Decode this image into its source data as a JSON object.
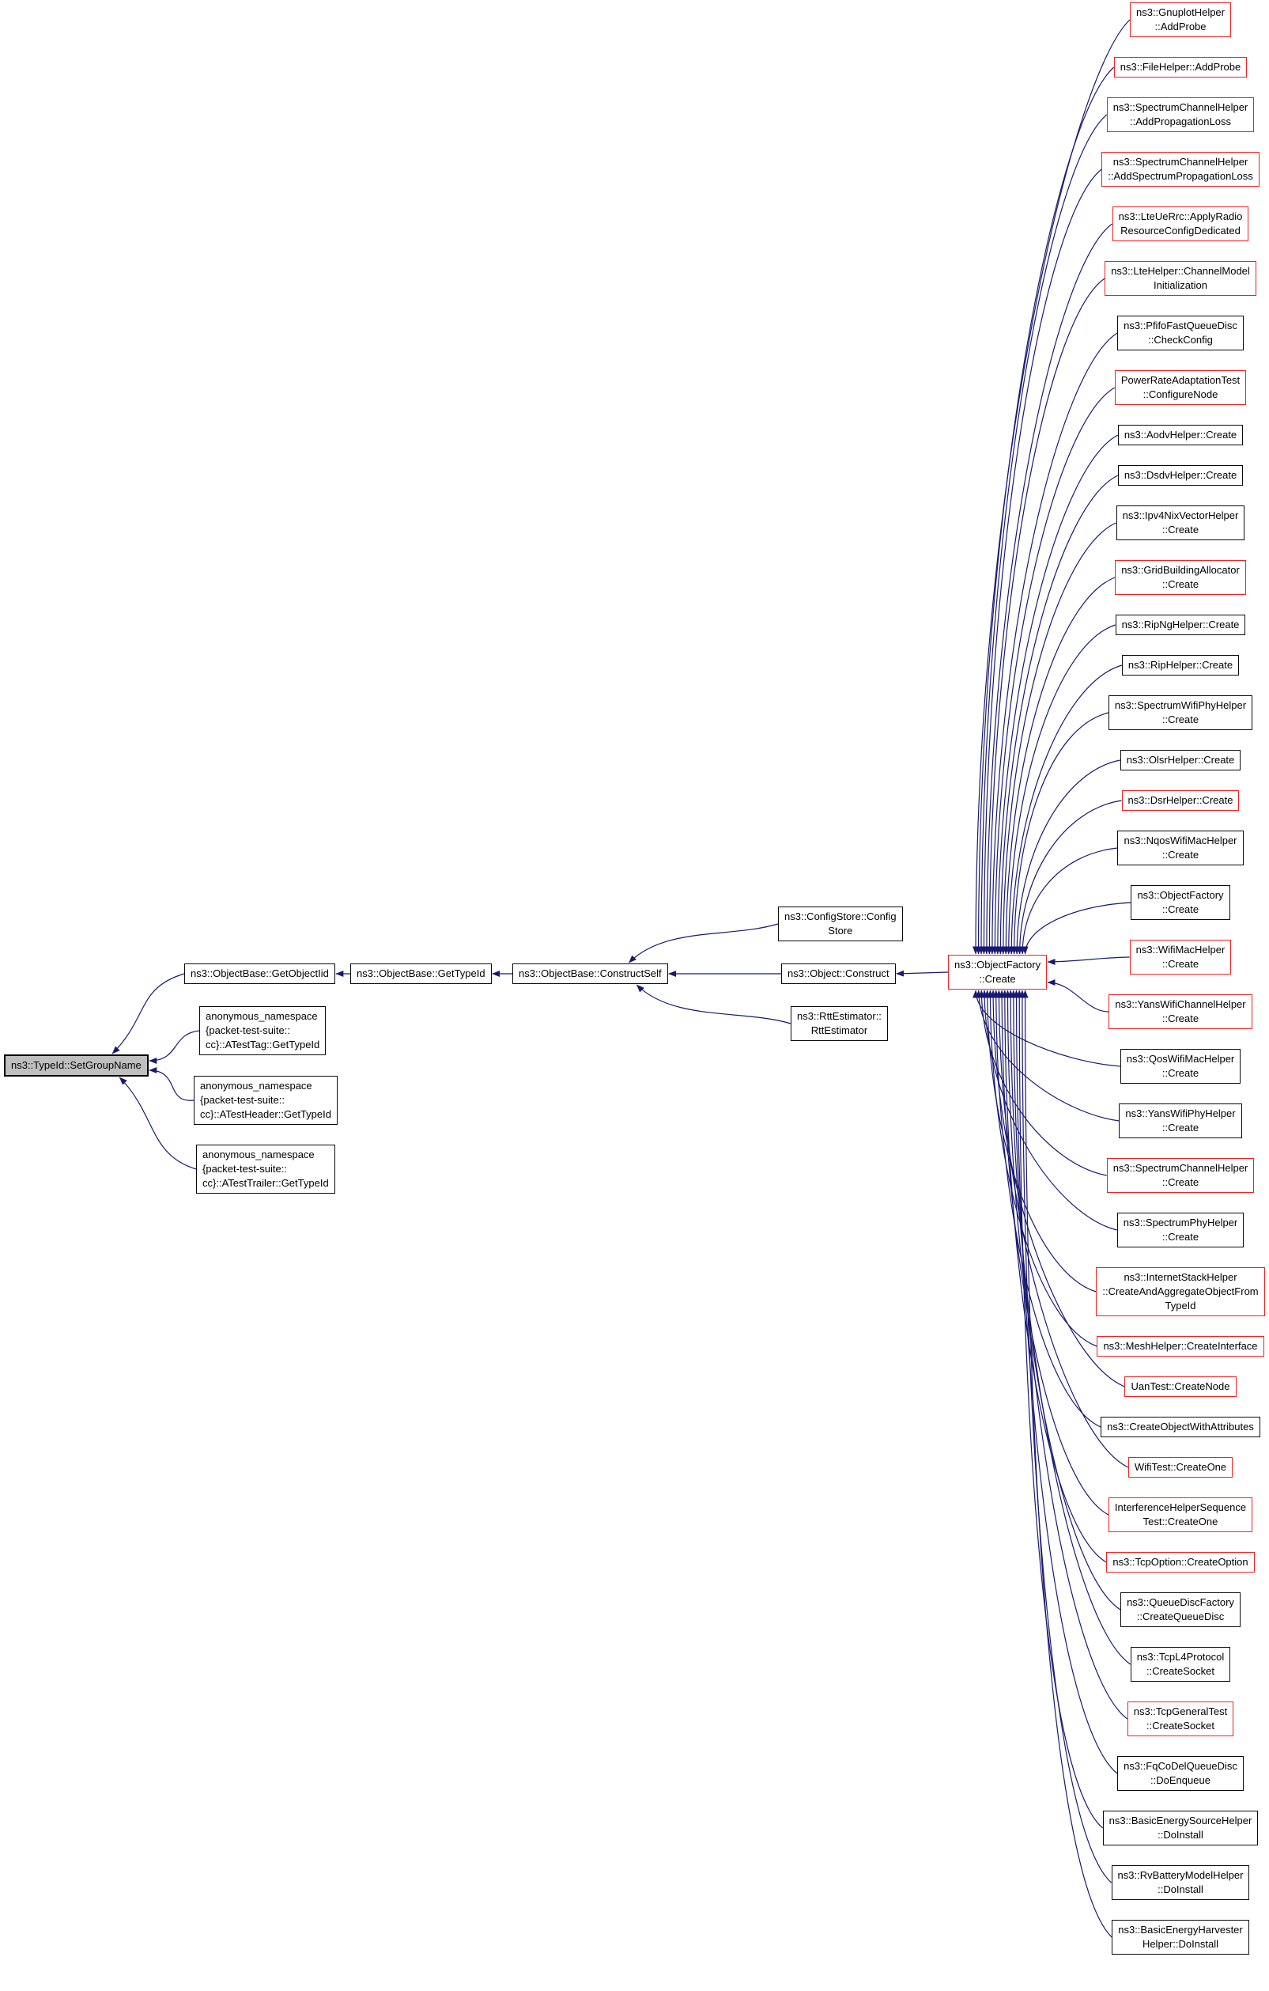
{
  "colors": {
    "background": "#ffffff",
    "edge": "#191970",
    "node_border": "#0a0a0a",
    "highlight_border": "#ee2222",
    "focus_fill": "#bfbfbf"
  },
  "graph": {
    "focus": {
      "label": "ns3::TypeId::SetGroupName"
    },
    "nodes": {
      "object_base_get_object_iid": {
        "label": "ns3::ObjectBase::GetObjectIid"
      },
      "object_base_get_type_id": {
        "label": "ns3::ObjectBase::GetTypeId"
      },
      "object_base_construct_self": {
        "label": "ns3::ObjectBase::ConstructSelf"
      },
      "config_store_config_store": {
        "label": "ns3::ConfigStore::Config\nStore"
      },
      "object_construct": {
        "label": "ns3::Object::Construct"
      },
      "rtt_estimator_rtt_estimator": {
        "label": "ns3::RttEstimator::\nRttEstimator"
      },
      "object_factory_create": {
        "label": "ns3::ObjectFactory\n::Create"
      },
      "atest_tag_get_type_id": {
        "label": "anonymous_namespace\n{packet-test-suite::\ncc}::ATestTag::GetTypeId"
      },
      "atest_header_get_type_id": {
        "label": "anonymous_namespace\n{packet-test-suite::\ncc}::ATestHeader::GetTypeId"
      },
      "atest_trailer_get_type_id": {
        "label": "anonymous_namespace\n{packet-test-suite::\ncc}::ATestTrailer::GetTypeId"
      }
    },
    "edges": [
      {
        "from": "object_base_get_type_id",
        "to": "object_base_get_object_iid"
      },
      {
        "from": "object_base_construct_self",
        "to": "object_base_get_type_id"
      },
      {
        "from": "config_store_config_store",
        "to": "object_base_construct_self"
      },
      {
        "from": "object_construct",
        "to": "object_base_construct_self"
      },
      {
        "from": "rtt_estimator_rtt_estimator",
        "to": "object_base_construct_self"
      },
      {
        "from": "object_factory_create",
        "to": "object_construct"
      },
      {
        "from": "object_base_get_object_iid",
        "to": "typeid_set_group_name"
      },
      {
        "from": "atest_tag_get_type_id",
        "to": "typeid_set_group_name"
      },
      {
        "from": "atest_header_get_type_id",
        "to": "typeid_set_group_name"
      },
      {
        "from": "atest_trailer_get_type_id",
        "to": "typeid_set_group_name"
      }
    ],
    "caller_edges_target": "object_factory_create",
    "callers": [
      {
        "name": "gnuplot-helper-add-probe",
        "label": "ns3::GnuplotHelper\n::AddProbe",
        "border": "red"
      },
      {
        "name": "file-helper-add-probe",
        "label": "ns3::FileHelper::AddProbe",
        "border": "red"
      },
      {
        "name": "spectrum-channel-helper-add-propagation-loss",
        "label": "ns3::SpectrumChannelHelper\n::AddPropagationLoss",
        "border": "red"
      },
      {
        "name": "spectrum-channel-helper-add-spectrum-propagation-loss",
        "label": "ns3::SpectrumChannelHelper\n::AddSpectrumPropagationLoss",
        "border": "red"
      },
      {
        "name": "lte-ue-rrc-apply-radio-resource-config-dedicated",
        "label": "ns3::LteUeRrc::ApplyRadio\nResourceConfigDedicated",
        "border": "red"
      },
      {
        "name": "lte-helper-channel-model-initialization",
        "label": "ns3::LteHelper::ChannelModel\nInitialization",
        "border": "red"
      },
      {
        "name": "pfifo-fast-queue-disc-check-config",
        "label": "ns3::PfifoFastQueueDisc\n::CheckConfig",
        "border": "black"
      },
      {
        "name": "power-rate-adaptation-test-configure-node",
        "label": "PowerRateAdaptationTest\n::ConfigureNode",
        "border": "red"
      },
      {
        "name": "aodv-helper-create",
        "label": "ns3::AodvHelper::Create",
        "border": "black"
      },
      {
        "name": "dsdv-helper-create",
        "label": "ns3::DsdvHelper::Create",
        "border": "black"
      },
      {
        "name": "ipv4-nix-vector-helper-create",
        "label": "ns3::Ipv4NixVectorHelper\n::Create",
        "border": "black"
      },
      {
        "name": "grid-building-allocator-create",
        "label": "ns3::GridBuildingAllocator\n::Create",
        "border": "red"
      },
      {
        "name": "rip-ng-helper-create",
        "label": "ns3::RipNgHelper::Create",
        "border": "black"
      },
      {
        "name": "rip-helper-create",
        "label": "ns3::RipHelper::Create",
        "border": "black"
      },
      {
        "name": "spectrum-wifi-phy-helper-create",
        "label": "ns3::SpectrumWifiPhyHelper\n::Create",
        "border": "black"
      },
      {
        "name": "olsr-helper-create",
        "label": "ns3::OlsrHelper::Create",
        "border": "black"
      },
      {
        "name": "dsr-helper-create",
        "label": "ns3::DsrHelper::Create",
        "border": "red"
      },
      {
        "name": "nqos-wifi-mac-helper-create",
        "label": "ns3::NqosWifiMacHelper\n::Create",
        "border": "black"
      },
      {
        "name": "object-factory-create-overload",
        "label": "ns3::ObjectFactory\n::Create",
        "border": "black"
      },
      {
        "name": "wifi-mac-helper-create",
        "label": "ns3::WifiMacHelper\n::Create",
        "border": "red"
      },
      {
        "name": "yans-wifi-channel-helper-create",
        "label": "ns3::YansWifiChannelHelper\n::Create",
        "border": "red"
      },
      {
        "name": "qos-wifi-mac-helper-create",
        "label": "ns3::QosWifiMacHelper\n::Create",
        "border": "black"
      },
      {
        "name": "yans-wifi-phy-helper-create",
        "label": "ns3::YansWifiPhyHelper\n::Create",
        "border": "black"
      },
      {
        "name": "spectrum-channel-helper-create",
        "label": "ns3::SpectrumChannelHelper\n::Create",
        "border": "red"
      },
      {
        "name": "spectrum-phy-helper-create",
        "label": "ns3::SpectrumPhyHelper\n::Create",
        "border": "black"
      },
      {
        "name": "internet-stack-helper-create-and-aggregate-object-from-type-id",
        "label": "ns3::InternetStackHelper\n::CreateAndAggregateObjectFrom\nTypeId",
        "border": "red"
      },
      {
        "name": "mesh-helper-create-interface",
        "label": "ns3::MeshHelper::CreateInterface",
        "border": "red"
      },
      {
        "name": "uan-test-create-node",
        "label": "UanTest::CreateNode",
        "border": "red"
      },
      {
        "name": "create-object-with-attributes",
        "label": "ns3::CreateObjectWithAttributes",
        "border": "black"
      },
      {
        "name": "wifi-test-create-one",
        "label": "WifiTest::CreateOne",
        "border": "red"
      },
      {
        "name": "interference-helper-sequence-test-create-one",
        "label": "InterferenceHelperSequence\nTest::CreateOne",
        "border": "red"
      },
      {
        "name": "tcp-option-create-option",
        "label": "ns3::TcpOption::CreateOption",
        "border": "red"
      },
      {
        "name": "queue-disc-factory-create-queue-disc",
        "label": "ns3::QueueDiscFactory\n::CreateQueueDisc",
        "border": "black"
      },
      {
        "name": "tcp-l4-protocol-create-socket",
        "label": "ns3::TcpL4Protocol\n::CreateSocket",
        "border": "black"
      },
      {
        "name": "tcp-general-test-create-socket",
        "label": "ns3::TcpGeneralTest\n::CreateSocket",
        "border": "red"
      },
      {
        "name": "fq-co-del-queue-disc-do-enqueue",
        "label": "ns3::FqCoDelQueueDisc\n::DoEnqueue",
        "border": "black"
      },
      {
        "name": "basic-energy-source-helper-do-install",
        "label": "ns3::BasicEnergySourceHelper\n::DoInstall",
        "border": "black"
      },
      {
        "name": "rv-battery-model-helper-do-install",
        "label": "ns3::RvBatteryModelHelper\n::DoInstall",
        "border": "black"
      },
      {
        "name": "basic-energy-harvester-helper-do-install",
        "label": "ns3::BasicEnergyHarvester\nHelper::DoInstall",
        "border": "black"
      }
    ]
  }
}
